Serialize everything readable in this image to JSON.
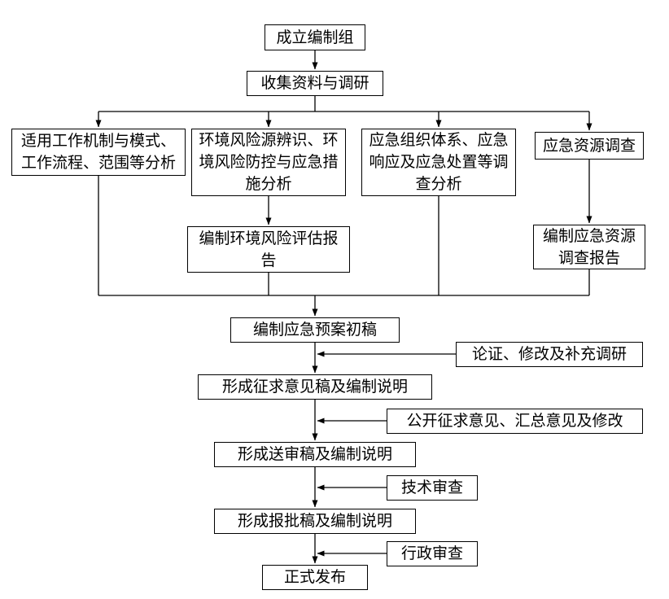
{
  "colors": {
    "line": "#000000",
    "box_border": "#000000",
    "background": "#ffffff",
    "text": "#000000"
  },
  "nodes": {
    "start": {
      "label": "成立编制组"
    },
    "collect": {
      "label": "收集资料与调研"
    },
    "branch_mechanism": {
      "label": "适用工作机制与模式、工作流程、范围等分析"
    },
    "branch_risk": {
      "label": "环境风险源辨识、环境风险防控与应急措施分析"
    },
    "branch_org": {
      "label": "应急组织体系、应急响应及应急处置等调查分析"
    },
    "branch_resource": {
      "label": "应急资源调查"
    },
    "risk_report": {
      "label": "编制环境风险评估报告"
    },
    "resource_report": {
      "label": "编制应急资源调查报告"
    },
    "draft": {
      "label": "编制应急预案初稿"
    },
    "review_argument": {
      "label": "论证、修改及补充调研"
    },
    "consult_draft": {
      "label": "形成征求意见稿及编制说明"
    },
    "review_public": {
      "label": "公开征求意见、汇总意见及修改"
    },
    "submit_draft": {
      "label": "形成送审稿及编制说明"
    },
    "review_technical": {
      "label": "技术审查"
    },
    "approval_draft": {
      "label": "形成报批稿及编制说明"
    },
    "review_administrative": {
      "label": "行政审查"
    },
    "publish": {
      "label": "正式发布"
    }
  },
  "edges": [
    {
      "from": "start",
      "to": "collect"
    },
    {
      "from": "collect",
      "to": "branch_mechanism"
    },
    {
      "from": "collect",
      "to": "branch_risk"
    },
    {
      "from": "collect",
      "to": "branch_org"
    },
    {
      "from": "collect",
      "to": "branch_resource"
    },
    {
      "from": "branch_risk",
      "to": "risk_report"
    },
    {
      "from": "branch_resource",
      "to": "resource_report"
    },
    {
      "from": "branch_mechanism",
      "to": "draft"
    },
    {
      "from": "risk_report",
      "to": "draft"
    },
    {
      "from": "branch_org",
      "to": "draft"
    },
    {
      "from": "resource_report",
      "to": "draft"
    },
    {
      "from": "draft",
      "to": "consult_draft"
    },
    {
      "from": "review_argument",
      "to": "consult_draft"
    },
    {
      "from": "consult_draft",
      "to": "submit_draft"
    },
    {
      "from": "review_public",
      "to": "submit_draft"
    },
    {
      "from": "submit_draft",
      "to": "approval_draft"
    },
    {
      "from": "review_technical",
      "to": "approval_draft"
    },
    {
      "from": "approval_draft",
      "to": "publish"
    },
    {
      "from": "review_administrative",
      "to": "publish"
    }
  ]
}
